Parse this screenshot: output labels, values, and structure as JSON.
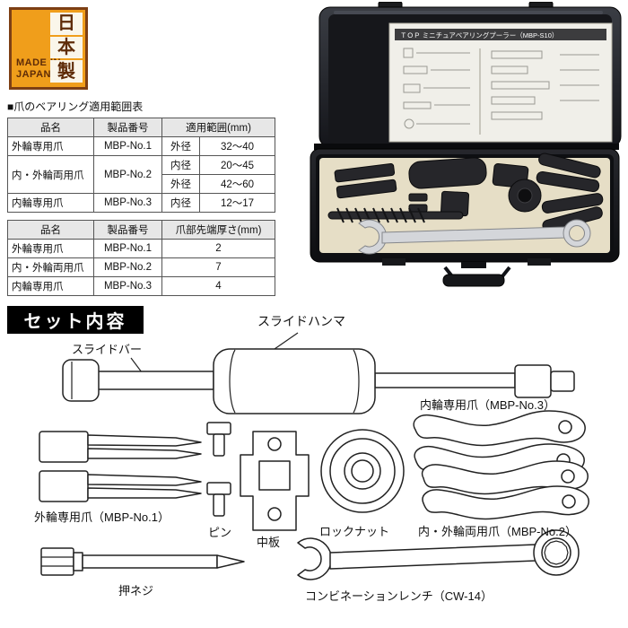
{
  "seal": {
    "kanji": [
      "日",
      "本",
      "製"
    ],
    "made_in": "MADE IN",
    "japan": "JAPAN",
    "colors": {
      "background": "#f09e1b",
      "border": "#7d3f14",
      "text": "#5f2c08"
    }
  },
  "case_photo": {
    "sheet_title": "ＴＯＰ ミニチュアベアリングプーラー（MBP-S10）",
    "colors": {
      "case": "#1b1c20",
      "foam": "#e6dec6",
      "chrome": "#d4d6da"
    }
  },
  "spec": {
    "heading": "■爪のベアリング適用範囲表",
    "range_table": {
      "col_name": "品名",
      "col_model": "製品番号",
      "col_range": "適用範囲(mm)",
      "rows": [
        {
          "name": "外輪専用爪",
          "model": "MBP-No.1",
          "dia": "外径",
          "range": "32〜40"
        },
        {
          "name": "内・外輪両用爪",
          "model": "MBP-No.2",
          "dia": "内径",
          "range": "20〜45"
        },
        {
          "dia": "外径",
          "range": "42〜60"
        },
        {
          "name": "内輪専用爪",
          "model": "MBP-No.3",
          "dia": "内径",
          "range": "12〜17"
        }
      ]
    },
    "thickness_table": {
      "col_name": "品名",
      "col_model": "製品番号",
      "col_thickness": "爪部先端厚さ(mm)",
      "rows": [
        {
          "name": "外輪専用爪",
          "model": "MBP-No.1",
          "value": "2"
        },
        {
          "name": "内・外輪両用爪",
          "model": "MBP-No.2",
          "value": "7"
        },
        {
          "name": "内輪専用爪",
          "model": "MBP-No.3",
          "value": "4"
        }
      ]
    }
  },
  "set_contents": {
    "heading": "セット内容",
    "labels": {
      "slide_hammer": "スライドハンマ",
      "slide_bar": "スライドバー",
      "inner_claw": "内輪専用爪（MBP-No.3）",
      "outer_claw": "外輪専用爪（MBP-No.1）",
      "pin": "ピン",
      "middle_plate": "中板",
      "lock_nut": "ロックナット",
      "dual_claw": "内・外輪両用爪（MBP-No.2）",
      "push_screw": "押ネジ",
      "wrench": "コンビネーションレンチ（CW-14）"
    }
  }
}
